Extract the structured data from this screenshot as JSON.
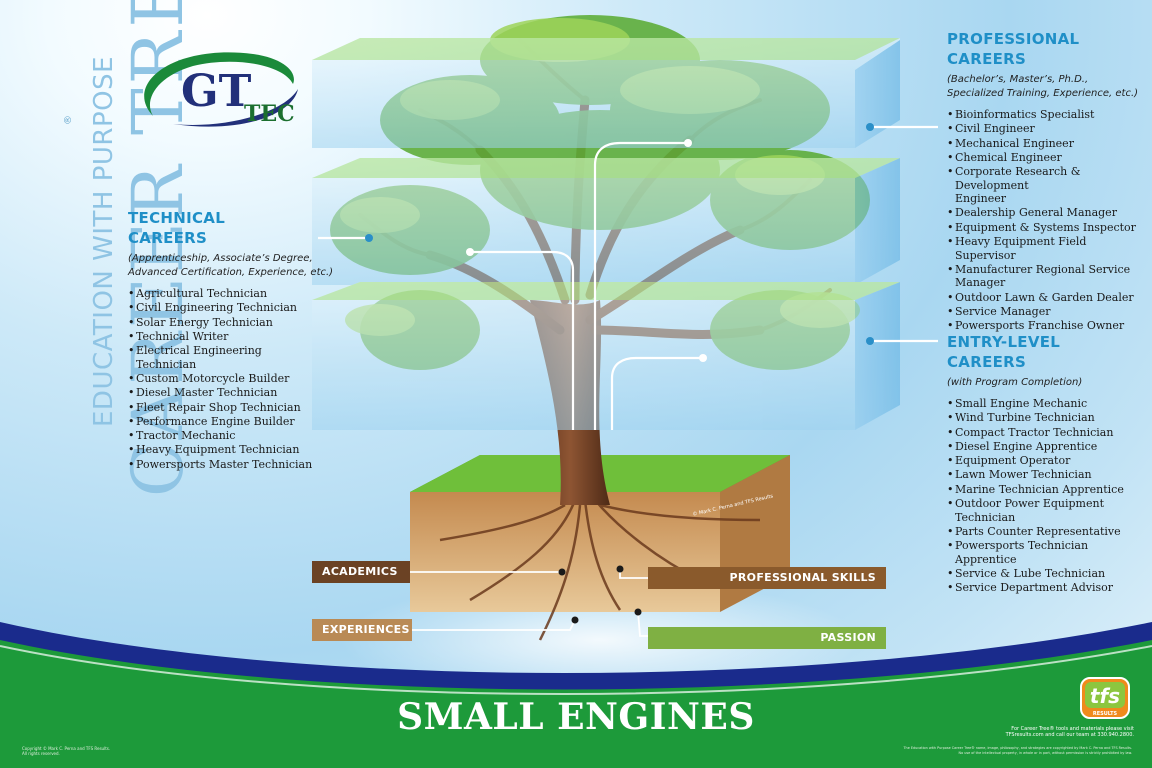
{
  "side_title": {
    "subtitle": "EDUCATION WITH PURPOSE",
    "title": "CAREER TREE",
    "mark": "®"
  },
  "logo": {
    "letters": "GT",
    "word": "TEC"
  },
  "technical": {
    "heading_line1": "TECHNICAL",
    "heading_line2": "CAREERS",
    "qualifier_line1": "(Apprenticeship, Associate’s Degree,",
    "qualifier_line2": "Advanced Certification, Experience, etc.)",
    "items": [
      [
        "Agricultural Technician"
      ],
      [
        "Civil Engineering Technician"
      ],
      [
        "Solar Energy Technician"
      ],
      [
        "Technical Writer"
      ],
      [
        "Electrical Engineering",
        "Technician"
      ],
      [
        "Custom Motorcycle Builder"
      ],
      [
        "Diesel Master Technician"
      ],
      [
        "Fleet Repair Shop Technician"
      ],
      [
        "Performance Engine Builder"
      ],
      [
        "Tractor Mechanic"
      ],
      [
        "Heavy Equipment Technician"
      ],
      [
        "Powersports Master Technician"
      ]
    ]
  },
  "professional": {
    "heading_line1": "PROFESSIONAL",
    "heading_line2": "CAREERS",
    "qualifier_line1": "(Bachelor’s, Master’s, Ph.D.,",
    "qualifier_line2": "Specialized Training, Experience, etc.)",
    "items": [
      [
        "Bioinformatics Specialist"
      ],
      [
        "Civil Engineer"
      ],
      [
        "Mechanical Engineer"
      ],
      [
        "Chemical Engineer"
      ],
      [
        "Corporate Research & Development",
        "Engineer"
      ],
      [
        "Dealership General Manager"
      ],
      [
        "Equipment & Systems Inspector"
      ],
      [
        "Heavy Equipment Field Supervisor"
      ],
      [
        "Manufacturer Regional Service",
        "Manager"
      ],
      [
        "Outdoor Lawn & Garden Dealer"
      ],
      [
        "Service Manager"
      ],
      [
        "Powersports Franchise Owner"
      ]
    ]
  },
  "entry": {
    "heading_line1": "ENTRY-LEVEL",
    "heading_line2": "CAREERS",
    "qualifier_line1": "(with Program Completion)",
    "items": [
      [
        "Small Engine Mechanic"
      ],
      [
        "Wind Turbine Technician"
      ],
      [
        "Compact Tractor Technician"
      ],
      [
        "Diesel Engine Apprentice"
      ],
      [
        "Equipment Operator"
      ],
      [
        "Lawn Mower Technician"
      ],
      [
        "Marine Technician Apprentice"
      ],
      [
        "Outdoor Power Equipment",
        "Technician"
      ],
      [
        "Parts Counter Representative"
      ],
      [
        "Powersports Technician Apprentice"
      ],
      [
        "Service & Lube Technician"
      ],
      [
        "Service Department Advisor"
      ]
    ]
  },
  "roots": {
    "academics": "ACADEMICS",
    "professional_skills": "PROFESSIONAL SKILLS",
    "experiences": "EXPERIENCES",
    "passion": "PASSION"
  },
  "art_copyright": "© Mark C. Perna and TFS Results",
  "footer": {
    "title": "SMALL ENGINES",
    "left_fine_line1": "Copyright © Mark C. Perna and TFS Results.",
    "left_fine_line2": "All rights reserved.",
    "tfs_badge": "tfs",
    "tfs_badge_sub": "RESULTS",
    "tfs_note_line1": "For Career Tree® tools and materials please visit",
    "tfs_note_line2": "TFSresults.com and call our team at 330.940.2800.",
    "right_fine_line1": "The Education with Purpose Career Tree® name, image, philosophy, and strategies are copyrighted by Mark C. Perna and TFS Results.",
    "right_fine_line2": "No use of the intellectual property, in whole or in part, without permission is strictly prohibited by law."
  },
  "colors": {
    "heading_blue": "#1f8fc7",
    "banner_green": "#1d9a3a",
    "banner_navy": "#1a2b8c",
    "logo_green": "#1b8a3a",
    "logo_navy": "#22307a"
  }
}
